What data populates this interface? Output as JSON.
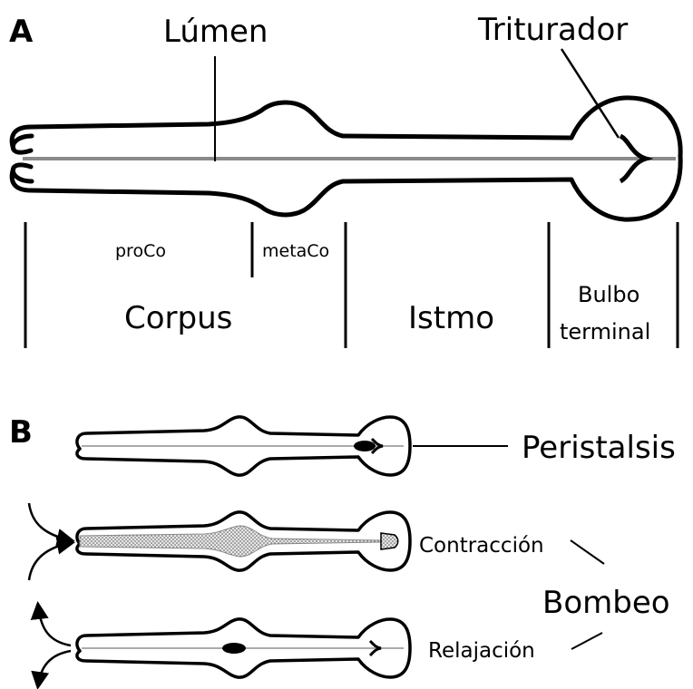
{
  "panel_a": {
    "letter": "A",
    "label_lumen": "Lúmen",
    "label_grinder": "Triturador",
    "label_proco": "proCo",
    "label_metaco": "metaCo",
    "label_corpus": "Corpus",
    "label_isthmus": "Istmo",
    "label_bulb_line1": "Bulbo",
    "label_bulb_line2": "terminal"
  },
  "panel_b": {
    "letter": "B",
    "label_peristalsis": "Peristalsis",
    "label_contraction": "Contracción",
    "label_pumping": "Bombeo",
    "label_relaxation": "Relajación"
  },
  "colors": {
    "outline": "#000000",
    "lumen": "#8a8a8a",
    "stipple": "#c8c8c8"
  }
}
